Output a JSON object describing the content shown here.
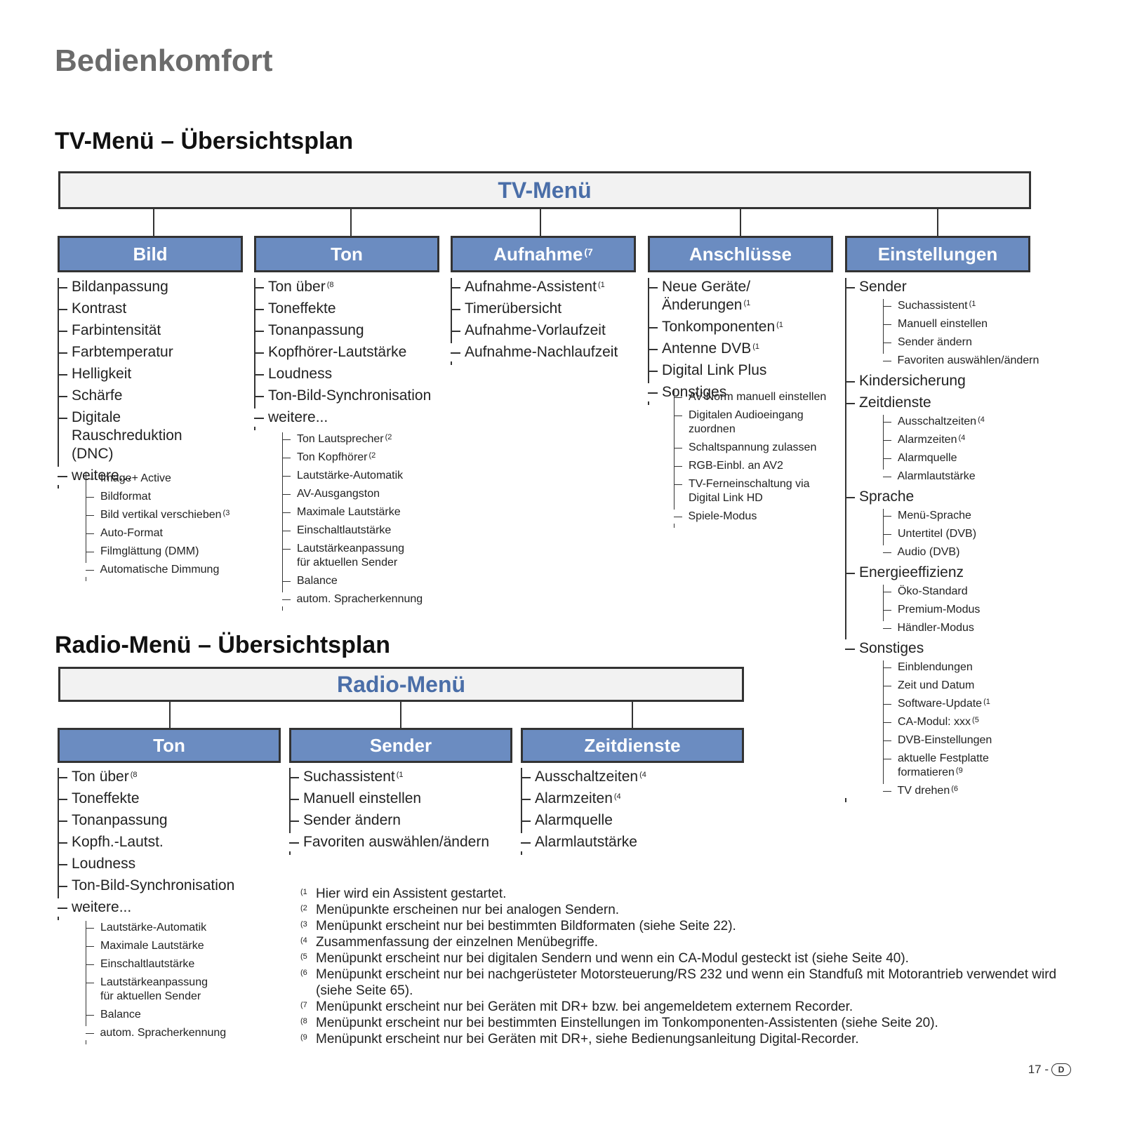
{
  "page_title": "Bedienkomfort",
  "tv": {
    "section_title": "TV-Menü – Übersichtsplan",
    "menu_label": "TV-Menü",
    "categories": [
      {
        "label": "Bild",
        "note": "",
        "items": [
          "Bildanpassung",
          "Kontrast",
          "Farbintensität",
          "Farbtemperatur",
          "Helligkeit",
          "Schärfe",
          "Digitale Rauschreduktion (DNC)",
          "weitere..."
        ],
        "items_notes": [
          "",
          "",
          "",
          "",
          "",
          "",
          "",
          ""
        ],
        "sub": [
          "Image+ Active",
          "Bildformat",
          "Bild vertikal verschieben",
          "Auto-Format",
          "Filmglättung (DMM)",
          "Automatische Dimmung"
        ],
        "sub_notes": [
          "",
          "",
          "(3",
          "",
          "",
          ""
        ]
      },
      {
        "label": "Ton",
        "note": "",
        "items": [
          "Ton über",
          "Toneffekte",
          "Tonanpassung",
          "Kopfhörer-Lautstärke",
          "Loudness",
          "Ton-Bild-Synchronisation",
          "weitere..."
        ],
        "items_notes": [
          "(8",
          "",
          "",
          "",
          "",
          "",
          ""
        ],
        "sub": [
          "Ton Lautsprecher",
          "Ton Kopfhörer",
          "Lautstärke-Automatik",
          "AV-Ausgangston",
          "Maximale Lautstärke",
          "Einschaltlautstärke",
          "Lautstärkeanpassung für aktuellen Sender",
          "Balance",
          "autom. Spracherkennung"
        ],
        "sub_notes": [
          "(2",
          "(2",
          "",
          "",
          "",
          "",
          "",
          "",
          ""
        ]
      },
      {
        "label": "Aufnahme",
        "note": "(7",
        "items": [
          "Aufnahme-Assistent",
          "Timerübersicht",
          "Aufnahme-Vorlaufzeit",
          "Aufnahme-Nachlaufzeit"
        ],
        "items_notes": [
          "(1",
          "",
          "",
          ""
        ]
      },
      {
        "label": "Anschlüsse",
        "note": "",
        "items": [
          "Neue Geräte/Änderungen",
          "Tonkomponenten",
          "Antenne DVB",
          "Digital Link Plus",
          "Sonstiges"
        ],
        "items_notes": [
          "(1",
          "(1",
          "(1",
          "",
          ""
        ],
        "sub": [
          "AV-Norm manuell einstellen",
          "Digitalen Audioeingang zuordnen",
          "Schaltspannung zulassen",
          "RGB-Einbl. an AV2",
          "TV-Ferneinschaltung via Digital Link HD",
          "Spiele-Modus"
        ],
        "sub_notes": [
          "",
          "",
          "",
          "",
          "",
          ""
        ]
      },
      {
        "label": "Einstellungen",
        "note": "",
        "groups": [
          {
            "label": "Sender",
            "sub": [
              "Suchassistent",
              "Manuell einstellen",
              "Sender ändern",
              "Favoriten auswählen/ändern"
            ],
            "sub_notes": [
              "(1",
              "",
              "",
              ""
            ]
          },
          {
            "label": "Kindersicherung",
            "sub": [],
            "sub_notes": []
          },
          {
            "label": "Zeitdienste",
            "sub": [
              "Ausschaltzeiten",
              "Alarmzeiten",
              "Alarmquelle",
              "Alarmlautstärke"
            ],
            "sub_notes": [
              "(4",
              "(4",
              "",
              ""
            ]
          },
          {
            "label": "Sprache",
            "sub": [
              "Menü-Sprache",
              "Untertitel (DVB)",
              "Audio (DVB)"
            ],
            "sub_notes": [
              "",
              "",
              ""
            ]
          },
          {
            "label": "Energieeffizienz",
            "sub": [
              "Öko-Standard",
              "Premium-Modus",
              "Händler-Modus"
            ],
            "sub_notes": [
              "",
              "",
              ""
            ]
          },
          {
            "label": "Sonstiges",
            "sub": [
              "Einblendungen",
              "Zeit und Datum",
              "Software-Update",
              "CA-Modul: xxx",
              "DVB-Einstellungen",
              "aktuelle Festplatte formatieren",
              "TV drehen"
            ],
            "sub_notes": [
              "",
              "",
              "(1",
              "(5",
              "",
              "(9",
              "(6"
            ]
          }
        ]
      }
    ]
  },
  "radio": {
    "section_title": "Radio-Menü – Übersichtsplan",
    "menu_label": "Radio-Menü",
    "categories": [
      {
        "label": "Ton",
        "items": [
          "Ton über",
          "Toneffekte",
          "Tonanpassung",
          "Kopfh.-Lautst.",
          "Loudness",
          "Ton-Bild-Synchronisation",
          "weitere..."
        ],
        "items_notes": [
          "(8",
          "",
          "",
          "",
          "",
          "",
          ""
        ],
        "sub": [
          "Lautstärke-Automatik",
          "Maximale Lautstärke",
          "Einschaltlautstärke",
          "Lautstärkeanpassung für aktuellen Sender",
          "Balance",
          "autom. Spracherkennung"
        ],
        "sub_notes": [
          "",
          "",
          "",
          "",
          "",
          ""
        ]
      },
      {
        "label": "Sender",
        "items": [
          "Suchassistent",
          "Manuell einstellen",
          "Sender ändern",
          "Favoriten auswählen/ändern"
        ],
        "items_notes": [
          "(1",
          "",
          "",
          ""
        ]
      },
      {
        "label": "Zeitdienste",
        "items": [
          "Ausschaltzeiten",
          "Alarmzeiten",
          "Alarmquelle",
          "Alarmlautstärke"
        ],
        "items_notes": [
          "(4",
          "(4",
          "",
          ""
        ]
      }
    ]
  },
  "footnotes": [
    {
      "mark": "(1",
      "text": "Hier wird ein Assistent gestartet."
    },
    {
      "mark": "(2",
      "text": "Menüpunkte erscheinen nur bei analogen Sendern."
    },
    {
      "mark": "(3",
      "text": "Menüpunkt erscheint nur bei bestimmten Bildformaten (siehe Seite 22)."
    },
    {
      "mark": "(4",
      "text": "Zusammenfassung der einzelnen Menübegriffe."
    },
    {
      "mark": "(5",
      "text": "Menüpunkt erscheint nur bei digitalen Sendern und wenn ein CA-Modul gesteckt ist (siehe Seite 40)."
    },
    {
      "mark": "(6",
      "text": "Menüpunkt erscheint nur bei nachgerüsteter Motorsteuerung/RS 232 und wenn ein Standfuß mit Motorantrieb verwendet wird (siehe Seite 65)."
    },
    {
      "mark": "(7",
      "text": "Menüpunkt erscheint nur bei Geräten mit DR+ bzw. bei angemeldetem externem Recorder."
    },
    {
      "mark": "(8",
      "text": "Menüpunkt erscheint nur bei bestimmten Einstellungen im Tonkomponenten-Assistenten (siehe Seite 20)."
    },
    {
      "mark": "(9",
      "text": "Menüpunkt erscheint nur bei Geräten mit DR+, siehe Bedienungsanleitung Digital-Recorder."
    }
  ],
  "page_number": "17 -",
  "language_badge": "D"
}
